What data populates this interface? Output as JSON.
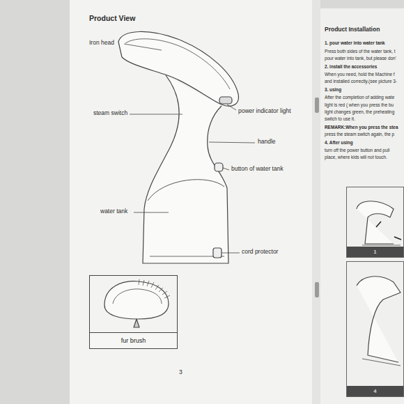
{
  "diagram": {
    "title": "Product View",
    "nodes": [
      {
        "text": [
          "fur brush"
        ]
      },
      {
        "text": [
          "1"
        ]
      },
      {
        "text": [
          "4"
        ]
      }
    ],
    "labels": [
      "Iron head",
      "steam switch",
      "power indicator light",
      "handle",
      "button of water tank",
      "water tank",
      "cord protector",
      "3",
      "Product Installation",
      "1. pour water into water tank",
      "Press both sides of the water tank, t",
      "pour water into tank, but please don'",
      "2. install the accessories",
      "When you need, hold the Machine f",
      "and installed correctly.(see picture 3-",
      "3. using",
      "After the completion of adding wate",
      "light is red ( when you press the bu",
      "light changes green, the preheating",
      "switch to use it.",
      "REMARK:When you press the stea",
      "press the steam switch again, the p",
      "4. After using",
      "turn off the power button and pull",
      "place, where kids will not touch."
    ]
  }
}
